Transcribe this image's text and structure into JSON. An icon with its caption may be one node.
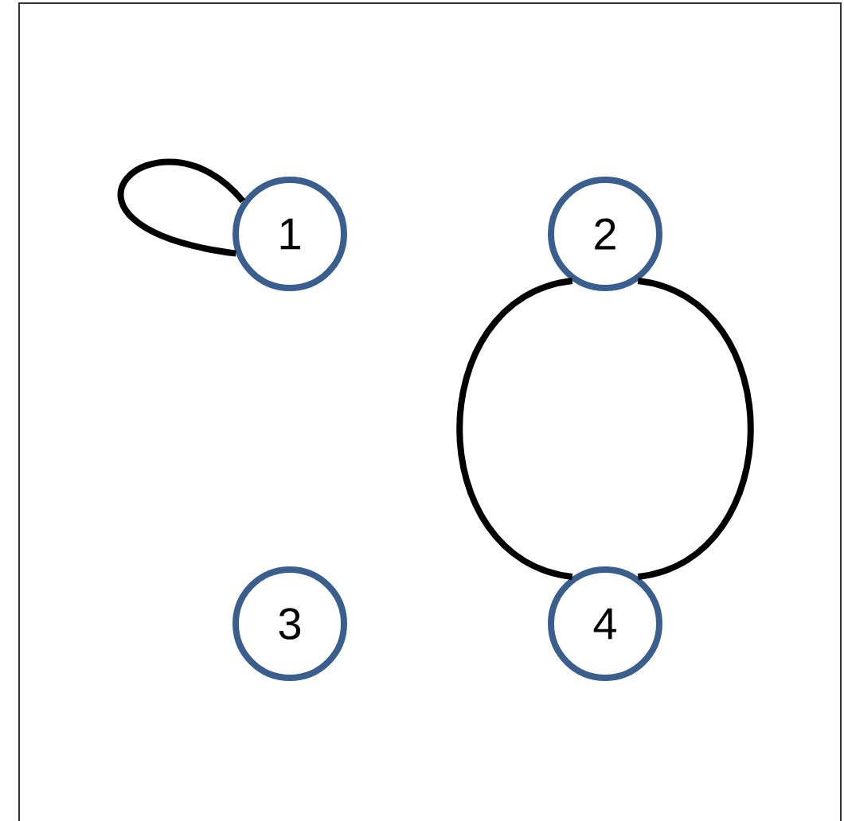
{
  "diagram": {
    "nodes": [
      {
        "text": [
          "1"
        ]
      },
      {
        "text": [
          "2"
        ]
      },
      {
        "text": [
          "3"
        ]
      },
      {
        "text": [
          "4"
        ]
      }
    ],
    "edges": [
      {
        "from": 0,
        "to": 0,
        "arrow": "none"
      },
      {
        "from": 1,
        "to": 3,
        "arrow": "none"
      },
      {
        "from": 1,
        "to": 3,
        "arrow": "none"
      }
    ]
  }
}
